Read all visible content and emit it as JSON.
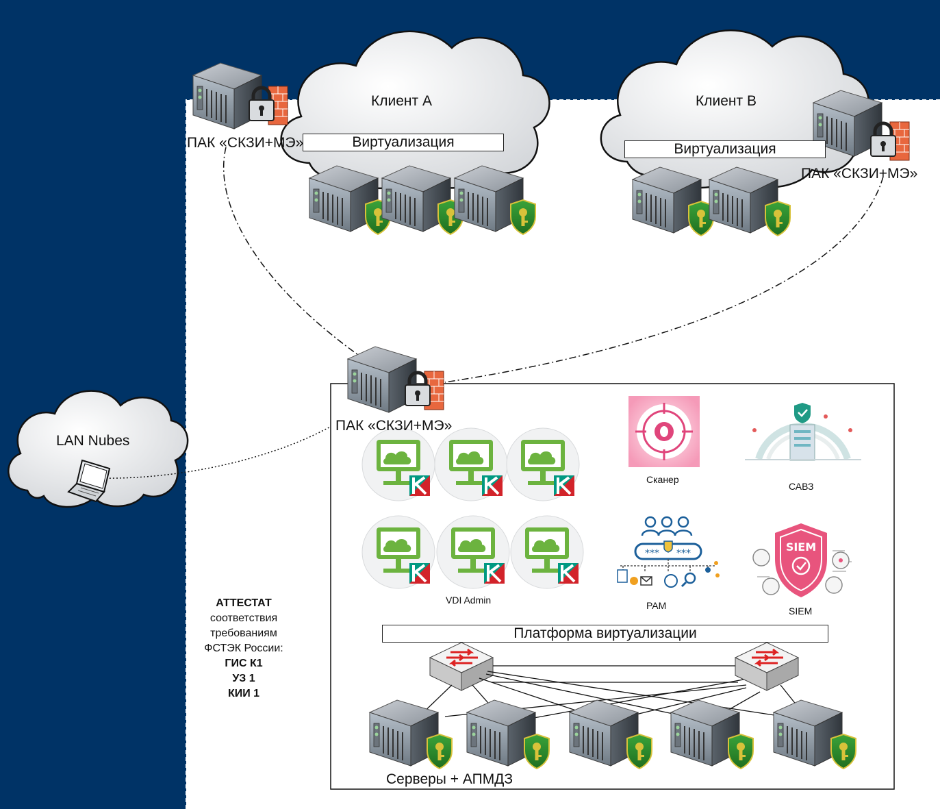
{
  "diagram": {
    "clients": [
      {
        "title": "Клиент А",
        "virtualization_label": "Виртуализация"
      },
      {
        "title": "Клиент В",
        "virtualization_label": "Виртуализация"
      }
    ],
    "gateways": [
      {
        "label": "ПАК «СКЗИ+МЭ»"
      },
      {
        "label": "ПАК «СКЗИ+МЭ»"
      },
      {
        "label": "ПАК «СКЗИ+МЭ»"
      }
    ],
    "lan": {
      "title": "LAN Nubes"
    },
    "services": {
      "scanner": "Сканер",
      "avz": "САВЗ",
      "pam": "PAM",
      "siem": "SIEM",
      "siem_badge": "SIEM",
      "vdi": "VDI Admin",
      "pam_password": "***",
      "pam_password_tail": "***"
    },
    "platform_label": "Платформа виртуализации",
    "servers_label": "Серверы + АПМДЗ",
    "certificate": {
      "line1": "АТТЕСТАТ",
      "line2": "соответствия",
      "line3": "требованиям",
      "line4": "ФСТЭК России:",
      "line5": "ГИС К1",
      "line6": "УЗ 1",
      "line7": "КИИ 1"
    },
    "colors": {
      "background_dark": "#003366",
      "vdi_green": "#6cb33f",
      "kaspersky_red": "#d2232a",
      "kaspersky_green": "#009982",
      "shield_green": "#2e8b2e",
      "shield_gold": "#d8c23a",
      "siem_pink": "#e8547d",
      "scanner_pink": "#e0457b"
    }
  }
}
